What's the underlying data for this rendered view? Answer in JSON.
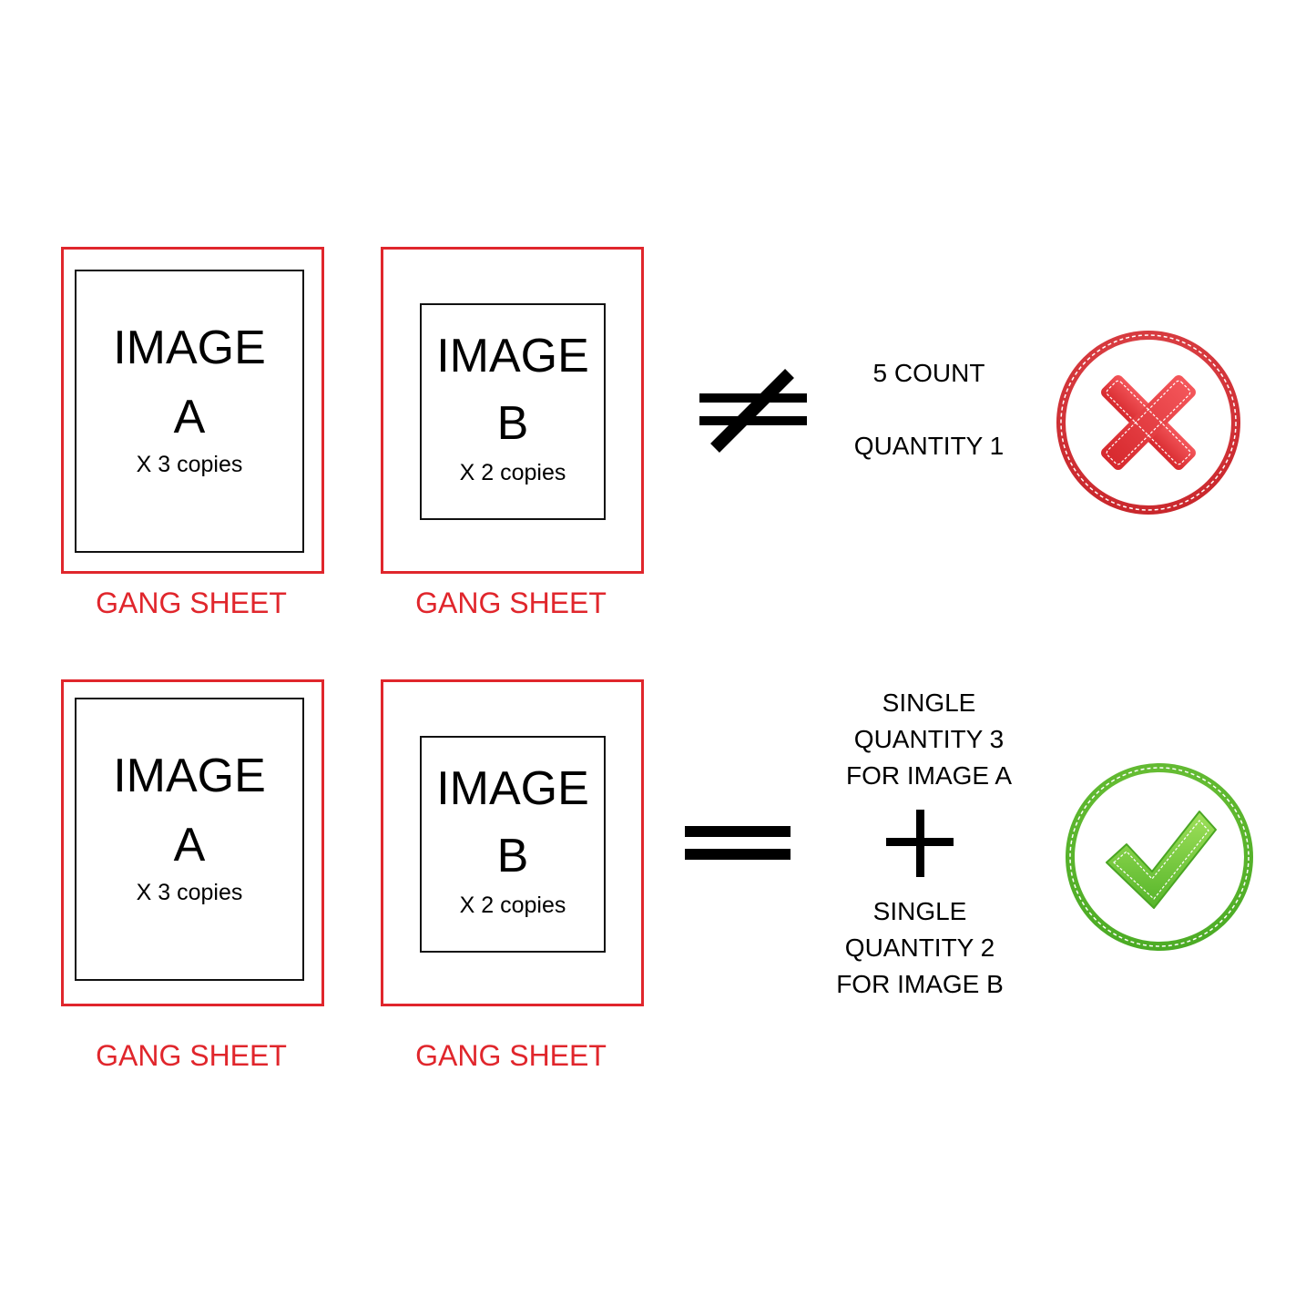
{
  "rows": [
    {
      "sheet_a": {
        "title_line1": "IMAGE",
        "title_line2": "A",
        "copies": "X 3 copies",
        "label": "GANG SHEET"
      },
      "sheet_b": {
        "title_line1": "IMAGE",
        "title_line2": "B",
        "copies": "X 2 copies",
        "label": "GANG SHEET"
      },
      "operator": "not-equal-icon",
      "text": {
        "line1": "5 COUNT",
        "line2": "QUANTITY  1"
      },
      "status_icon": "cross-icon",
      "status_color": "#e23a3e"
    },
    {
      "sheet_a": {
        "title_line1": "IMAGE",
        "title_line2": "A",
        "copies": "X 3 copies",
        "label": "GANG SHEET"
      },
      "sheet_b": {
        "title_line1": "IMAGE",
        "title_line2": "B",
        "copies": "X 2 copies",
        "label": "GANG SHEET"
      },
      "operator": "equal-icon",
      "text": {
        "group1": [
          "SINGLE",
          "QUANTITY  3",
          "FOR IMAGE A"
        ],
        "group2": [
          "SINGLE",
          "QUANTITY  2",
          "FOR IMAGE B"
        ]
      },
      "plus_icon": "plus-icon",
      "status_icon": "checkmark-icon",
      "status_color": "#5cbf2a"
    }
  ],
  "colors": {
    "sheet_border": "#e0262c",
    "label": "#e0262c",
    "error": "#e23a3e",
    "success": "#5cbf2a"
  }
}
